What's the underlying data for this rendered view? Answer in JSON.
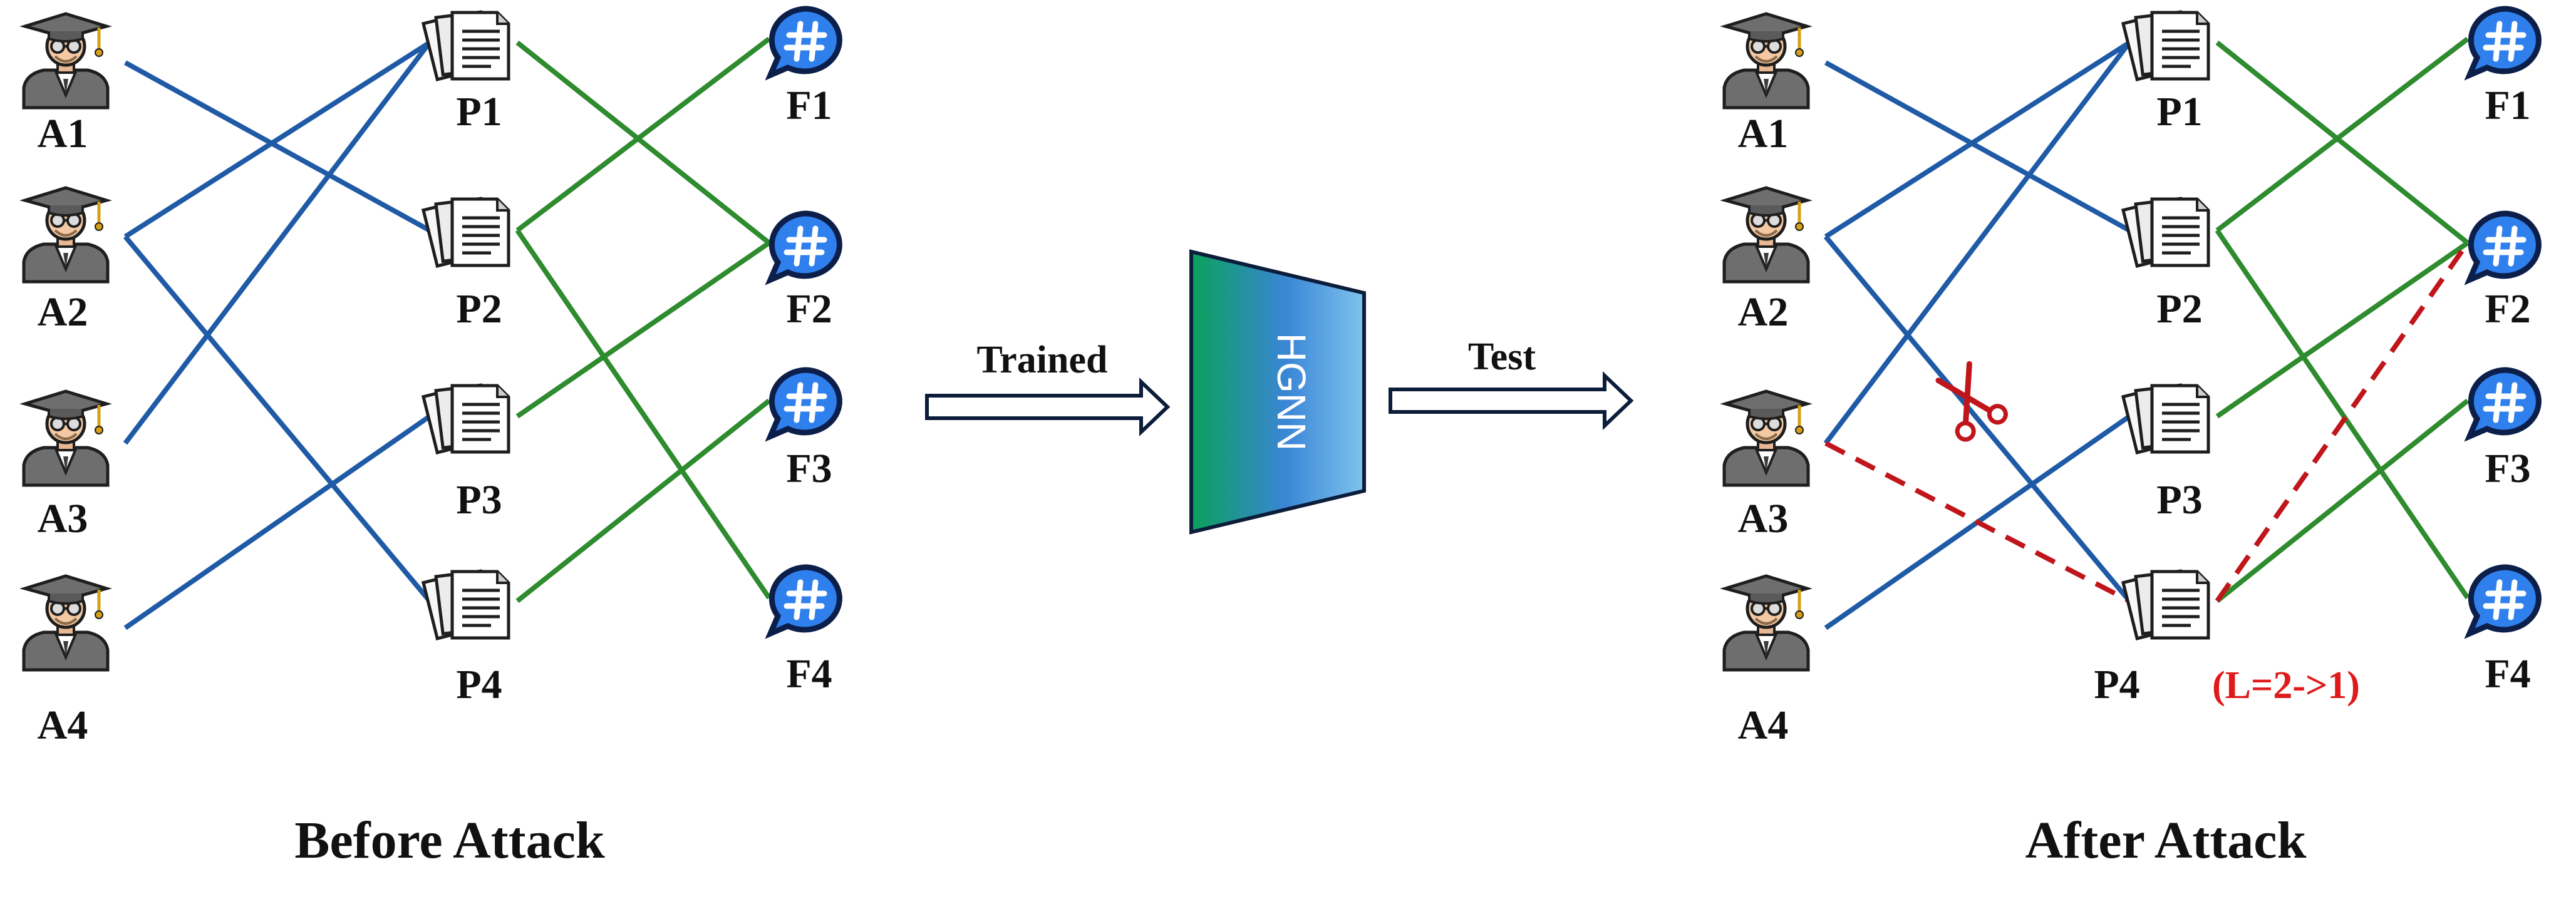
{
  "left_panel": {
    "caption": "Before Attack",
    "authors": [
      "A1",
      "A2",
      "A3",
      "A4"
    ],
    "papers": [
      "P1",
      "P2",
      "P3",
      "P4"
    ],
    "fields": [
      "F1",
      "F2",
      "F3",
      "F4"
    ],
    "author_paper_edges": [
      [
        "A1",
        "P2"
      ],
      [
        "A2",
        "P1"
      ],
      [
        "A2",
        "P4"
      ],
      [
        "A3",
        "P1"
      ],
      [
        "A4",
        "P3"
      ]
    ],
    "paper_field_edges": [
      [
        "P1",
        "F2"
      ],
      [
        "P2",
        "F1"
      ],
      [
        "P2",
        "F4"
      ],
      [
        "P3",
        "F2"
      ],
      [
        "P4",
        "F3"
      ]
    ]
  },
  "middle": {
    "trained_label": "Trained",
    "model_label": "HGNN",
    "test_label": "Test"
  },
  "right_panel": {
    "caption": "After Attack",
    "authors": [
      "A1",
      "A2",
      "A3",
      "A4"
    ],
    "papers": [
      "P1",
      "P2",
      "P3",
      "P4"
    ],
    "fields": [
      "F1",
      "F2",
      "F3",
      "F4"
    ],
    "p4_annotation": "(L=2->1)",
    "author_paper_edges": [
      [
        "A1",
        "P2"
      ],
      [
        "A2",
        "P1"
      ],
      [
        "A2",
        "P4"
      ],
      [
        "A3",
        "P1"
      ],
      [
        "A4",
        "P3"
      ]
    ],
    "paper_field_edges": [
      [
        "P1",
        "F2"
      ],
      [
        "P2",
        "F1"
      ],
      [
        "P2",
        "F4"
      ],
      [
        "P3",
        "F2"
      ],
      [
        "P4",
        "F3"
      ]
    ],
    "added_edges": [
      [
        "A3",
        "P4"
      ],
      [
        "P4",
        "F2"
      ]
    ],
    "cut_edge": [
      "A2",
      "P4"
    ]
  },
  "colors": {
    "author_paper": "#1f5aa6",
    "paper_field": "#2e8b2e",
    "attack": "#c0161b",
    "annotation": "#e01a1a",
    "field_icon": "#2f80ed",
    "field_icon_outline": "#0c1f4a",
    "model_left": "#0aa05a",
    "model_right": "#7fc3ee"
  },
  "icons": {
    "author": "graduate-icon",
    "paper": "document-icon",
    "field": "hashtag-bubble-icon",
    "cut": "scissors-icon"
  }
}
